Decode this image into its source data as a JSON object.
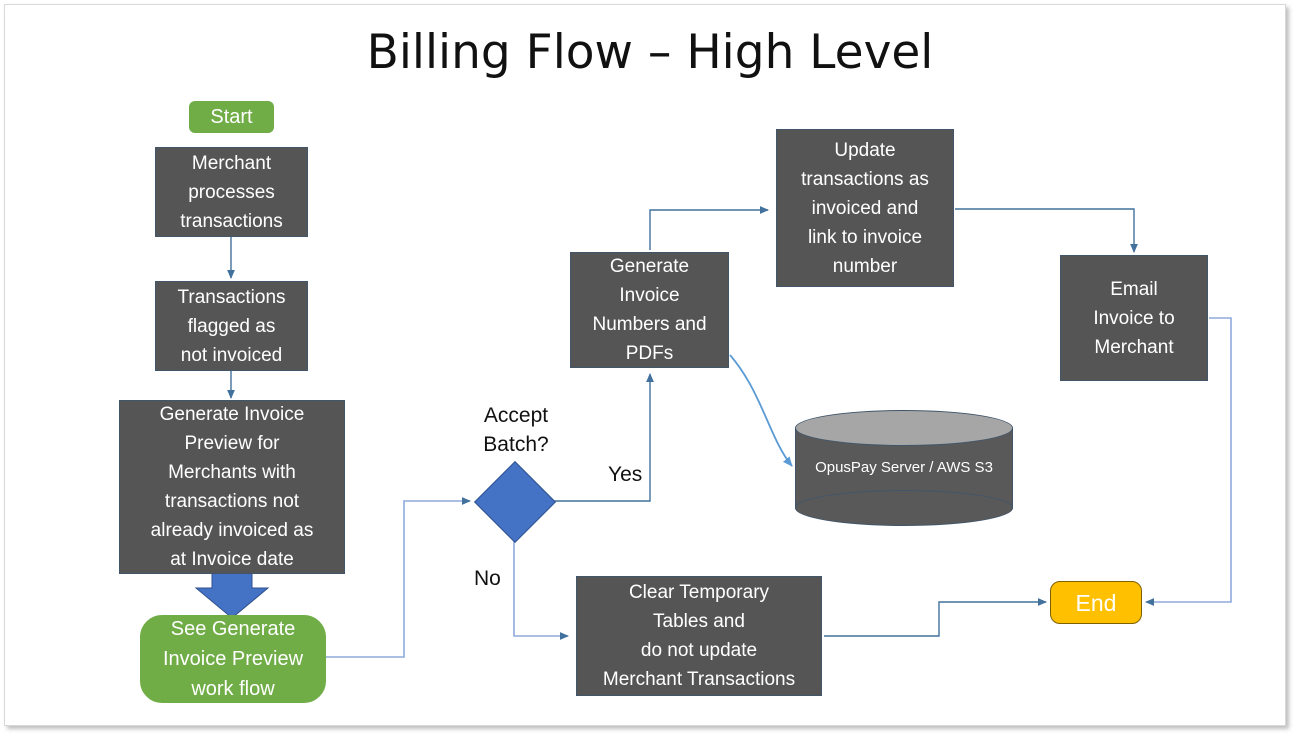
{
  "slide": {
    "title": "Billing Flow – High Level",
    "background": "#ffffff"
  },
  "colors": {
    "process_fill": "#555555",
    "process_border": "#41566b",
    "start_fill": "#70ad47",
    "green_fill": "#70ad47",
    "end_fill": "#ffc000",
    "decision_fill": "#4472c4",
    "decision_border": "#2f528f",
    "connector": "#41719c",
    "cylinder_body": "#595959",
    "cylinder_top": "#a6a6a6",
    "text_on_dark": "#ffffff",
    "text_dark": "#111111"
  },
  "nodes": {
    "start": {
      "label": "Start",
      "shape": "rounded-rectangle"
    },
    "merchant_processes": {
      "label": "Merchant processes transactions",
      "shape": "rectangle"
    },
    "flagged": {
      "label": "Transactions flagged as not invoiced",
      "shape": "rectangle"
    },
    "generate_preview": {
      "label": "Generate Invoice Preview for Merchants with transactions not already invoiced  as at Invoice date",
      "shape": "rectangle"
    },
    "see_workflow": {
      "label": "See Generate Invoice Preview work flow",
      "shape": "rounded-rectangle"
    },
    "decision": {
      "label": "Accept Batch?",
      "shape": "diamond"
    },
    "generate_invoices": {
      "label": "Generate Invoice Numbers and PDFs",
      "shape": "rectangle"
    },
    "update_transactions": {
      "label": "Update transactions as invoiced and link to invoice number",
      "shape": "rectangle"
    },
    "email_invoice": {
      "label": "Email Invoice to Merchant",
      "shape": "rectangle"
    },
    "storage": {
      "label": "OpusPay Server / AWS S3",
      "shape": "cylinder"
    },
    "clear_tables": {
      "label": "Clear Temporary Tables and do not update Merchant Transactions",
      "shape": "rectangle"
    },
    "end": {
      "label": "End",
      "shape": "rounded-rectangle"
    }
  },
  "node_lines": {
    "merchant_processes": [
      "Merchant",
      "processes",
      "transactions"
    ],
    "flagged": [
      "Transactions",
      "flagged as",
      "not invoiced"
    ],
    "generate_preview": [
      "Generate Invoice",
      "Preview for",
      "Merchants with",
      "transactions not",
      "already invoiced  as",
      "at Invoice date"
    ],
    "see_workflow": [
      "See Generate",
      "Invoice Preview",
      "work flow"
    ],
    "generate_invoices": [
      "Generate",
      "Invoice",
      "Numbers and",
      "PDFs"
    ],
    "update_transactions": [
      "Update",
      "transactions as",
      "invoiced and",
      "link to invoice",
      "number"
    ],
    "email_invoice": [
      "Email",
      "Invoice to",
      "Merchant"
    ],
    "clear_tables": [
      "Clear Temporary",
      "Tables and",
      "do not update",
      "Merchant Transactions"
    ],
    "decision": [
      "Accept",
      "Batch?"
    ]
  },
  "edge_labels": {
    "yes": "Yes",
    "no": "No"
  },
  "edges": [
    {
      "from": "merchant_processes",
      "to": "flagged",
      "label": ""
    },
    {
      "from": "flagged",
      "to": "generate_preview",
      "label": ""
    },
    {
      "from": "generate_preview",
      "to": "see_workflow",
      "label": "",
      "style": "block-arrow"
    },
    {
      "from": "see_workflow",
      "to": "decision",
      "label": ""
    },
    {
      "from": "decision",
      "to": "generate_invoices",
      "label": "Yes"
    },
    {
      "from": "decision",
      "to": "clear_tables",
      "label": "No"
    },
    {
      "from": "generate_invoices",
      "to": "update_transactions",
      "label": ""
    },
    {
      "from": "generate_invoices",
      "to": "storage",
      "label": "",
      "style": "curved"
    },
    {
      "from": "update_transactions",
      "to": "email_invoice",
      "label": ""
    },
    {
      "from": "email_invoice",
      "to": "end",
      "label": ""
    },
    {
      "from": "clear_tables",
      "to": "end",
      "label": ""
    }
  ]
}
